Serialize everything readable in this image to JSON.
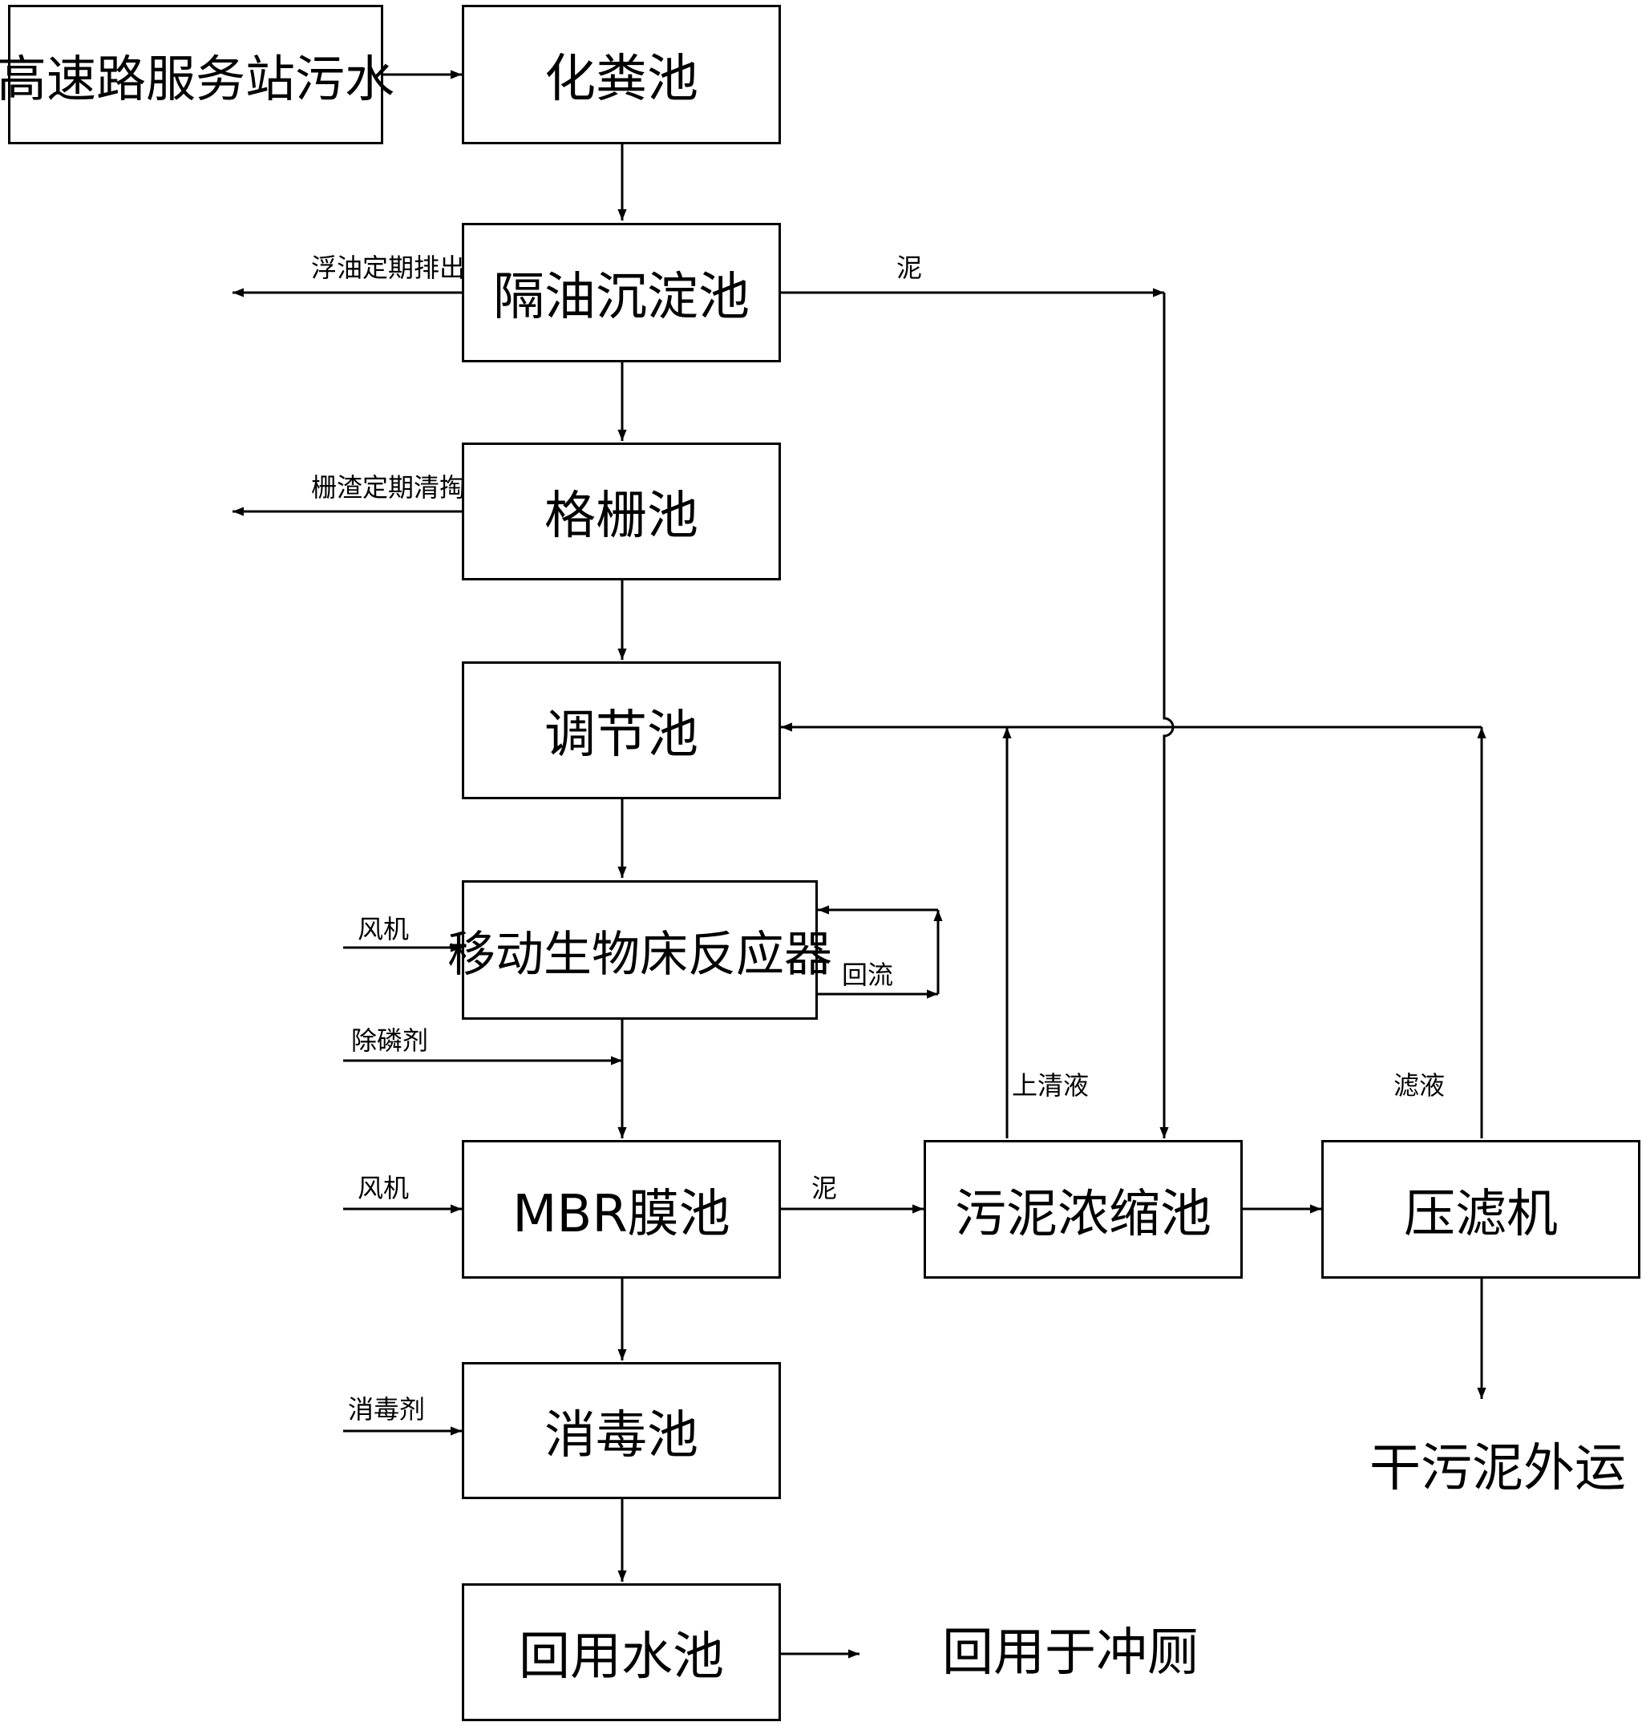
{
  "nodes": {
    "source": "高速路服务站污水",
    "septic_tank": "化粪池",
    "oil_separation_tank": "隔油沉淀池",
    "grille_tank": "格栅池",
    "regulating_tank": "调节池",
    "mbbr_reactor": "移动生物床反应器",
    "mbr_tank": "MBR膜池",
    "disinfection_tank": "消毒池",
    "reuse_tank": "回用水池",
    "sludge_thickener": "污泥浓缩池",
    "filter_press": "压滤机"
  },
  "labels": {
    "floating_oil": "浮油定期排出",
    "sludge_top": "泥",
    "screenings": "栅渣定期清掏",
    "blower_1": "风机",
    "reflux": "回流",
    "phosphorus_agent": "除磷剂",
    "blower_2": "风机",
    "sludge_mbr": "泥",
    "supernatant": "上清液",
    "filtrate": "滤液",
    "disinfectant": "消毒剂",
    "toilet_reuse": "回用于冲厕",
    "dry_sludge": "干污泥外运"
  }
}
